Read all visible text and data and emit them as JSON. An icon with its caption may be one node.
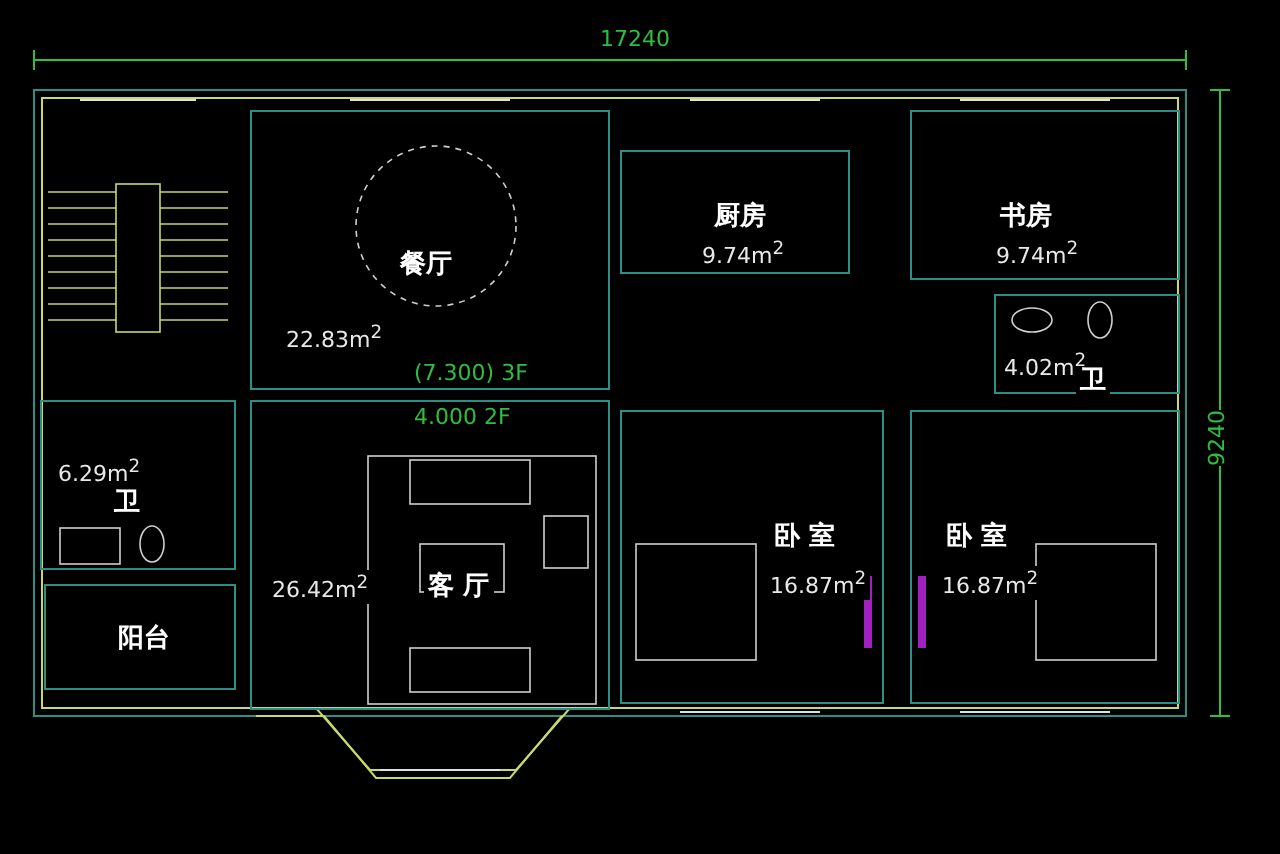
{
  "diagram": {
    "nodes": [
      {
        "text": [
          "餐厅",
          "22.83m$^{2}$"
        ]
      },
      {
        "text": [
          "厨房",
          "9.74m$^{2}$"
        ]
      },
      {
        "text": [
          "书房",
          "9.74m$^{2}$"
        ]
      },
      {
        "text": [
          "4.02m$^{2}$",
          "卫"
        ]
      },
      {
        "text": [
          "6.29m$^{2}$",
          "卫"
        ]
      },
      {
        "text": [
          "26.42m$^{2}$",
          "客 厅"
        ]
      },
      {
        "text": [
          "阳台"
        ]
      },
      {
        "text": [
          "卧 室",
          "16.87m$^{2}$"
        ]
      },
      {
        "text": [
          "卧 室",
          "16.87m$^{2}$"
        ]
      }
    ],
    "labels": [
      "17240",
      "9240",
      "(7.300) 3F",
      "4.000 2F"
    ]
  }
}
